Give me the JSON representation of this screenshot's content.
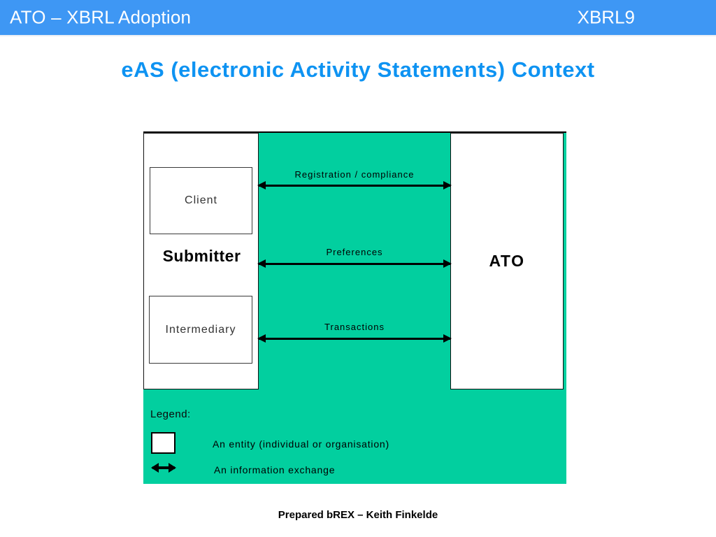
{
  "header": {
    "left_title": "ATO – XBRL Adoption",
    "right_label": "XBRL9",
    "bg_color": "#3e97f4"
  },
  "slide": {
    "title": "eAS (electronic Activity Statements) Context",
    "title_color": "#0e93f2",
    "footer_credit": "Prepared bREX – Keith Finkelde"
  },
  "diagram": {
    "bg_color": "#02cf9f",
    "left_panel": {
      "label": "Submitter",
      "boxes": [
        "Client",
        "Intermediary"
      ]
    },
    "right_panel": {
      "label": "ATO"
    },
    "exchanges": [
      {
        "label": "Registration / compliance"
      },
      {
        "label": "Preferences"
      },
      {
        "label": "Transactions"
      }
    ],
    "legend": {
      "title": "Legend:",
      "entity_label": "An entity (individual or organisation)",
      "exchange_label": "An information exchange"
    }
  }
}
